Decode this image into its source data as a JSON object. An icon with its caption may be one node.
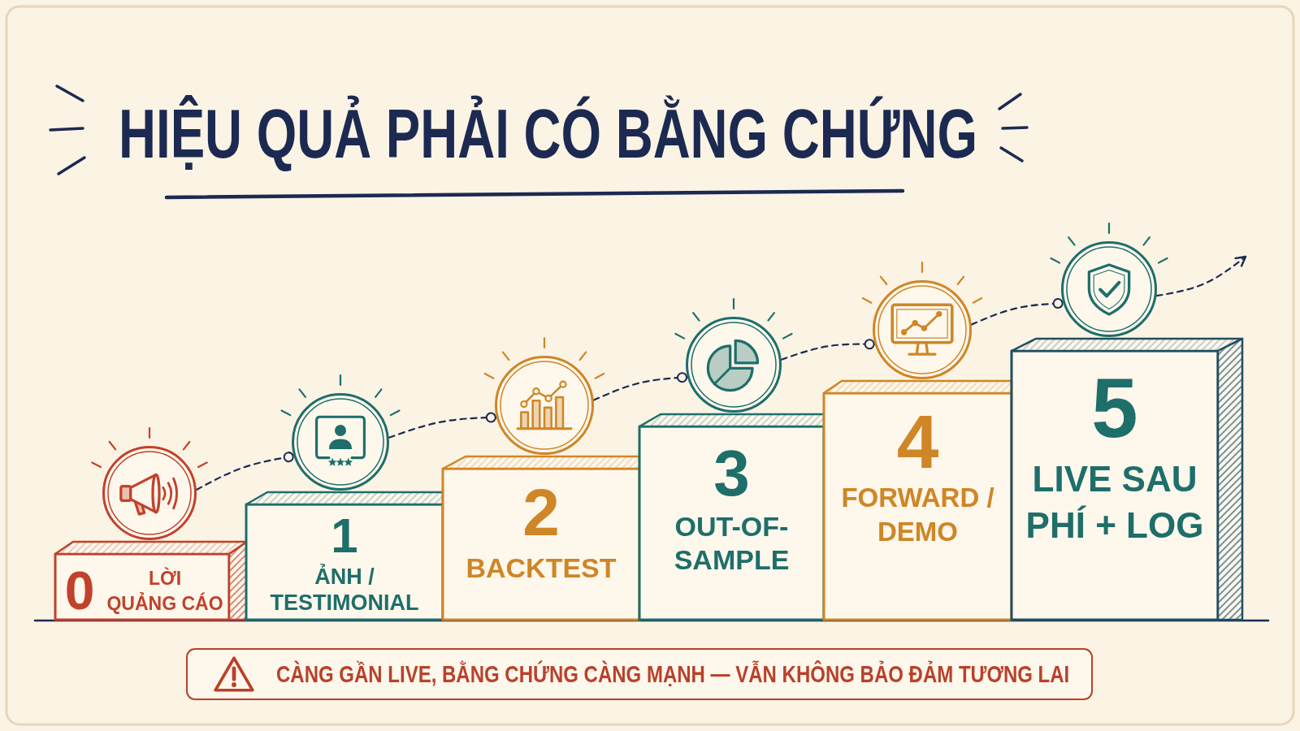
{
  "diagram": {
    "title": "HIỆU QUẢ PHẢI CÓ BẰNG CHỨNG",
    "nodes": [
      {
        "text": [],
        "shape": "circle"
      },
      {
        "text": [
          "0",
          "LỜI QUẢNG CÁO"
        ]
      },
      {
        "text": [],
        "shape": "circle"
      },
      {
        "text": [
          "1",
          "ẢNH / TESTIMONIAL"
        ]
      },
      {
        "text": [],
        "shape": "circle"
      },
      {
        "text": [
          "2",
          "BACKTEST"
        ]
      },
      {
        "text": [],
        "shape": "circle"
      },
      {
        "text": [
          "3",
          "OUT-OF-SAMPLE"
        ]
      },
      {
        "text": [],
        "shape": "circle"
      },
      {
        "text": [
          "4",
          "FORWARD / DEMO"
        ]
      },
      {
        "text": [],
        "shape": "circle"
      },
      {
        "text": [
          "5",
          "LIVE SAU PHÍ + LOG"
        ]
      },
      {
        "text": [
          "CÀNG GẦN LIVE, BẰNG CHỨNG CÀNG MẠNH — VẪN KHÔNG BẢO ĐẢM TƯƠNG LAI"
        ]
      }
    ],
    "edges": [
      {
        "from": 0,
        "to": 2,
        "arrow": "other",
        "style": "dashed"
      },
      {
        "from": 2,
        "to": 4,
        "arrow": "other",
        "style": "dashed"
      },
      {
        "from": 4,
        "to": 6,
        "arrow": "other",
        "style": "dashed"
      },
      {
        "from": 6,
        "to": 8,
        "arrow": "other",
        "style": "dashed"
      },
      {
        "from": 8,
        "to": 10,
        "arrow": "other",
        "style": "dashed"
      },
      {
        "from": 10,
        "to": null,
        "arrow": "to",
        "style": "dashed"
      }
    ]
  }
}
